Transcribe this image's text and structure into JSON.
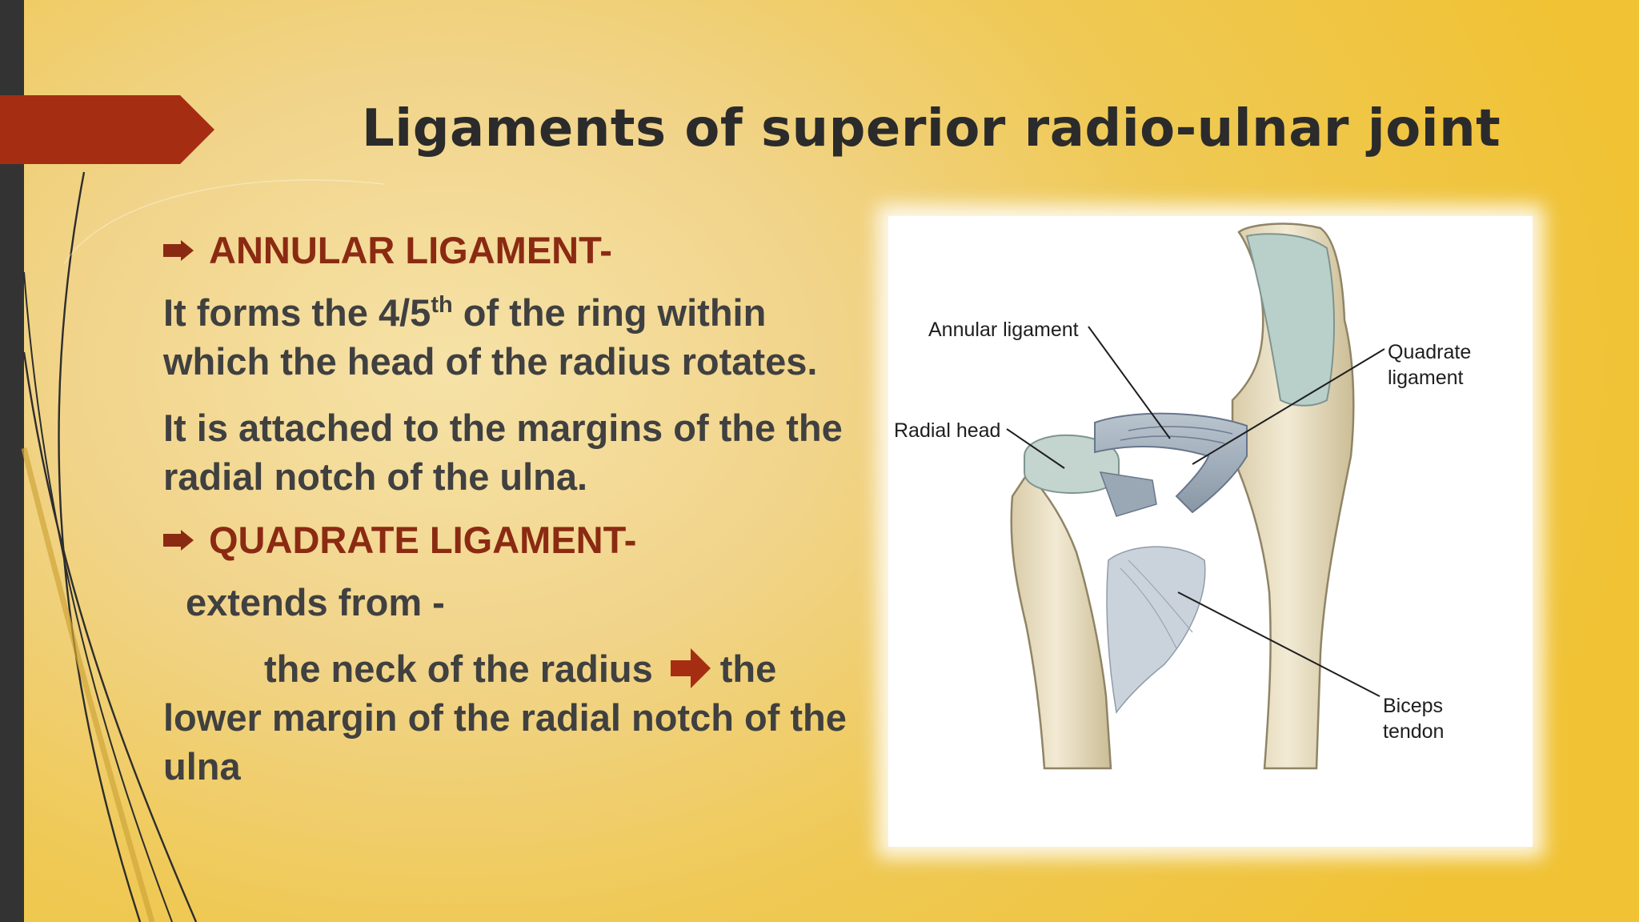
{
  "slide": {
    "title": "Ligaments of superior radio-ulnar joint",
    "colors": {
      "accent": "#a52e12",
      "heading": "#8b2a12",
      "sidebar": "#333333",
      "background": "#f1d07a"
    }
  },
  "content": {
    "heading1": "ANNULAR LIGAMENT-",
    "p1_part1": "It forms the 4/5",
    "p1_sup": "th",
    "p1_part2": " of the ring within which the head of the radius rotates.",
    "p2": "It is attached to the margins of the the radial notch of the ulna.",
    "heading2": "QUADRATE LIGAMENT-",
    "p3": "extends from -",
    "p4_part1": "the neck of the radius",
    "p4_part2": "the lower margin of the radial notch of the ulna"
  },
  "figure": {
    "labels": {
      "annular": "Annular ligament",
      "radial_head": "Radial head",
      "quadrate_1": "Quadrate",
      "quadrate_2": "ligament",
      "biceps_1": "Biceps",
      "biceps_2": "tendon"
    }
  }
}
